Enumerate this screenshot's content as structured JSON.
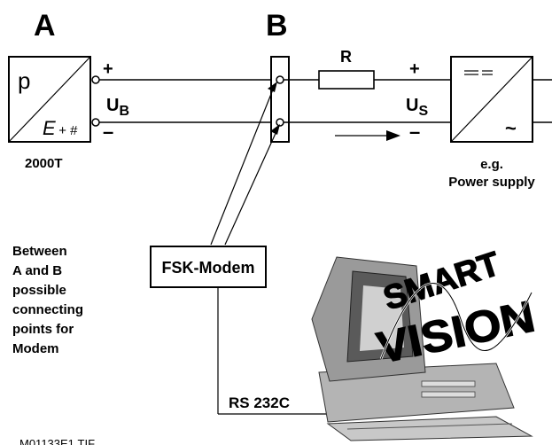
{
  "labels": {
    "point_a": "A",
    "point_b": "B",
    "transmitter_p": "p",
    "transmitter_e": "E",
    "transmitter_plusminus": "+ #",
    "transmitter_name": "2000T",
    "plus_a": "+",
    "minus_a": "–",
    "ub_main": "U",
    "ub_sub": "B",
    "resistor": "R",
    "plus_s": "+",
    "minus_s": "–",
    "us_main": "U",
    "us_sub": "S",
    "psu_tilde": "~",
    "psu_caption_1": "e.g.",
    "psu_caption_2": "Power supply",
    "fsk_modem": "FSK-Modem",
    "rs232c": "RS 232C",
    "note_lines": [
      "Between",
      "A and B",
      "possible",
      "connecting",
      "points for",
      "Modem"
    ],
    "logo_smart": "SMART",
    "logo_vision": "VISION",
    "figure_id": "M01133E1.TIF"
  },
  "colors": {
    "line": "#000000",
    "logo_fill": "#8c8c8c",
    "monitor_body": "#bdbdbd",
    "monitor_shadow": "#6e6e6e"
  },
  "icons": {
    "transmitter": "pressure-transmitter-icon",
    "power_supply": "dc-ac-converter-icon",
    "computer": "desktop-computer-icon"
  }
}
